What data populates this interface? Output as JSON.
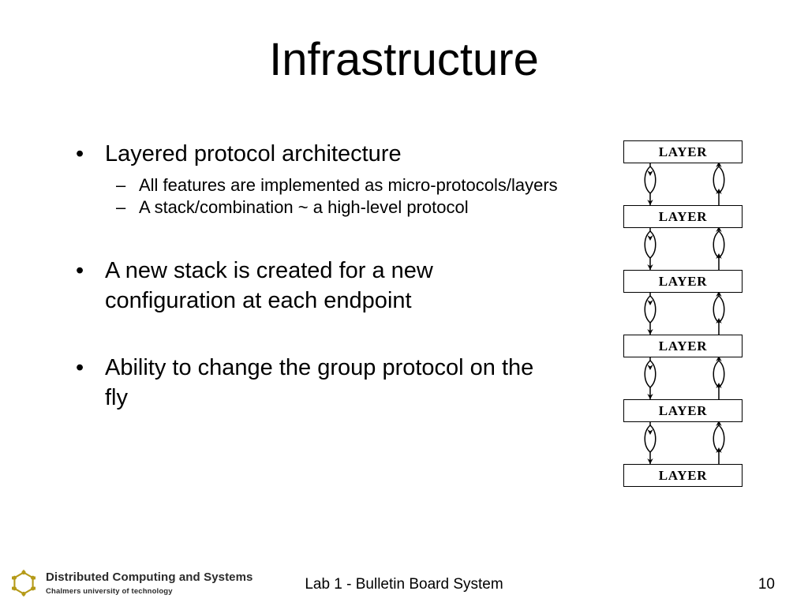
{
  "slide": {
    "title": "Infrastructure",
    "page_number": "10",
    "background_color": "#ffffff",
    "text_color": "#000000"
  },
  "body": {
    "groups": [
      {
        "bullet_marker": "•",
        "text": "Layered protocol architecture",
        "sub_marker": "–",
        "subs": [
          "All features are implemented as micro-protocols/layers",
          "A stack/combination ~ a high-level protocol"
        ]
      },
      {
        "bullet_marker": "•",
        "text": "A new stack is created for a new configuration at each endpoint",
        "subs": []
      },
      {
        "bullet_marker": "•",
        "text": "Ability to change the group protocol on the fly",
        "subs": []
      }
    ]
  },
  "diagram": {
    "name": "layered-protocol-stack",
    "layer_label": "LAYER",
    "layer_count": 6,
    "connector_count": 5,
    "left_flow_direction": "down",
    "right_flow_direction": "up",
    "stroke_color": "#000000",
    "fill_color": "#ffffff"
  },
  "footer": {
    "center_text": "Lab 1 - Bulletin Board System",
    "page_number": "10",
    "logo": {
      "line1": "Distributed Computing and Systems",
      "line2": "Chalmers university of technology",
      "mark_color": "#b59a18",
      "text_color": "#2b2b2b"
    }
  }
}
